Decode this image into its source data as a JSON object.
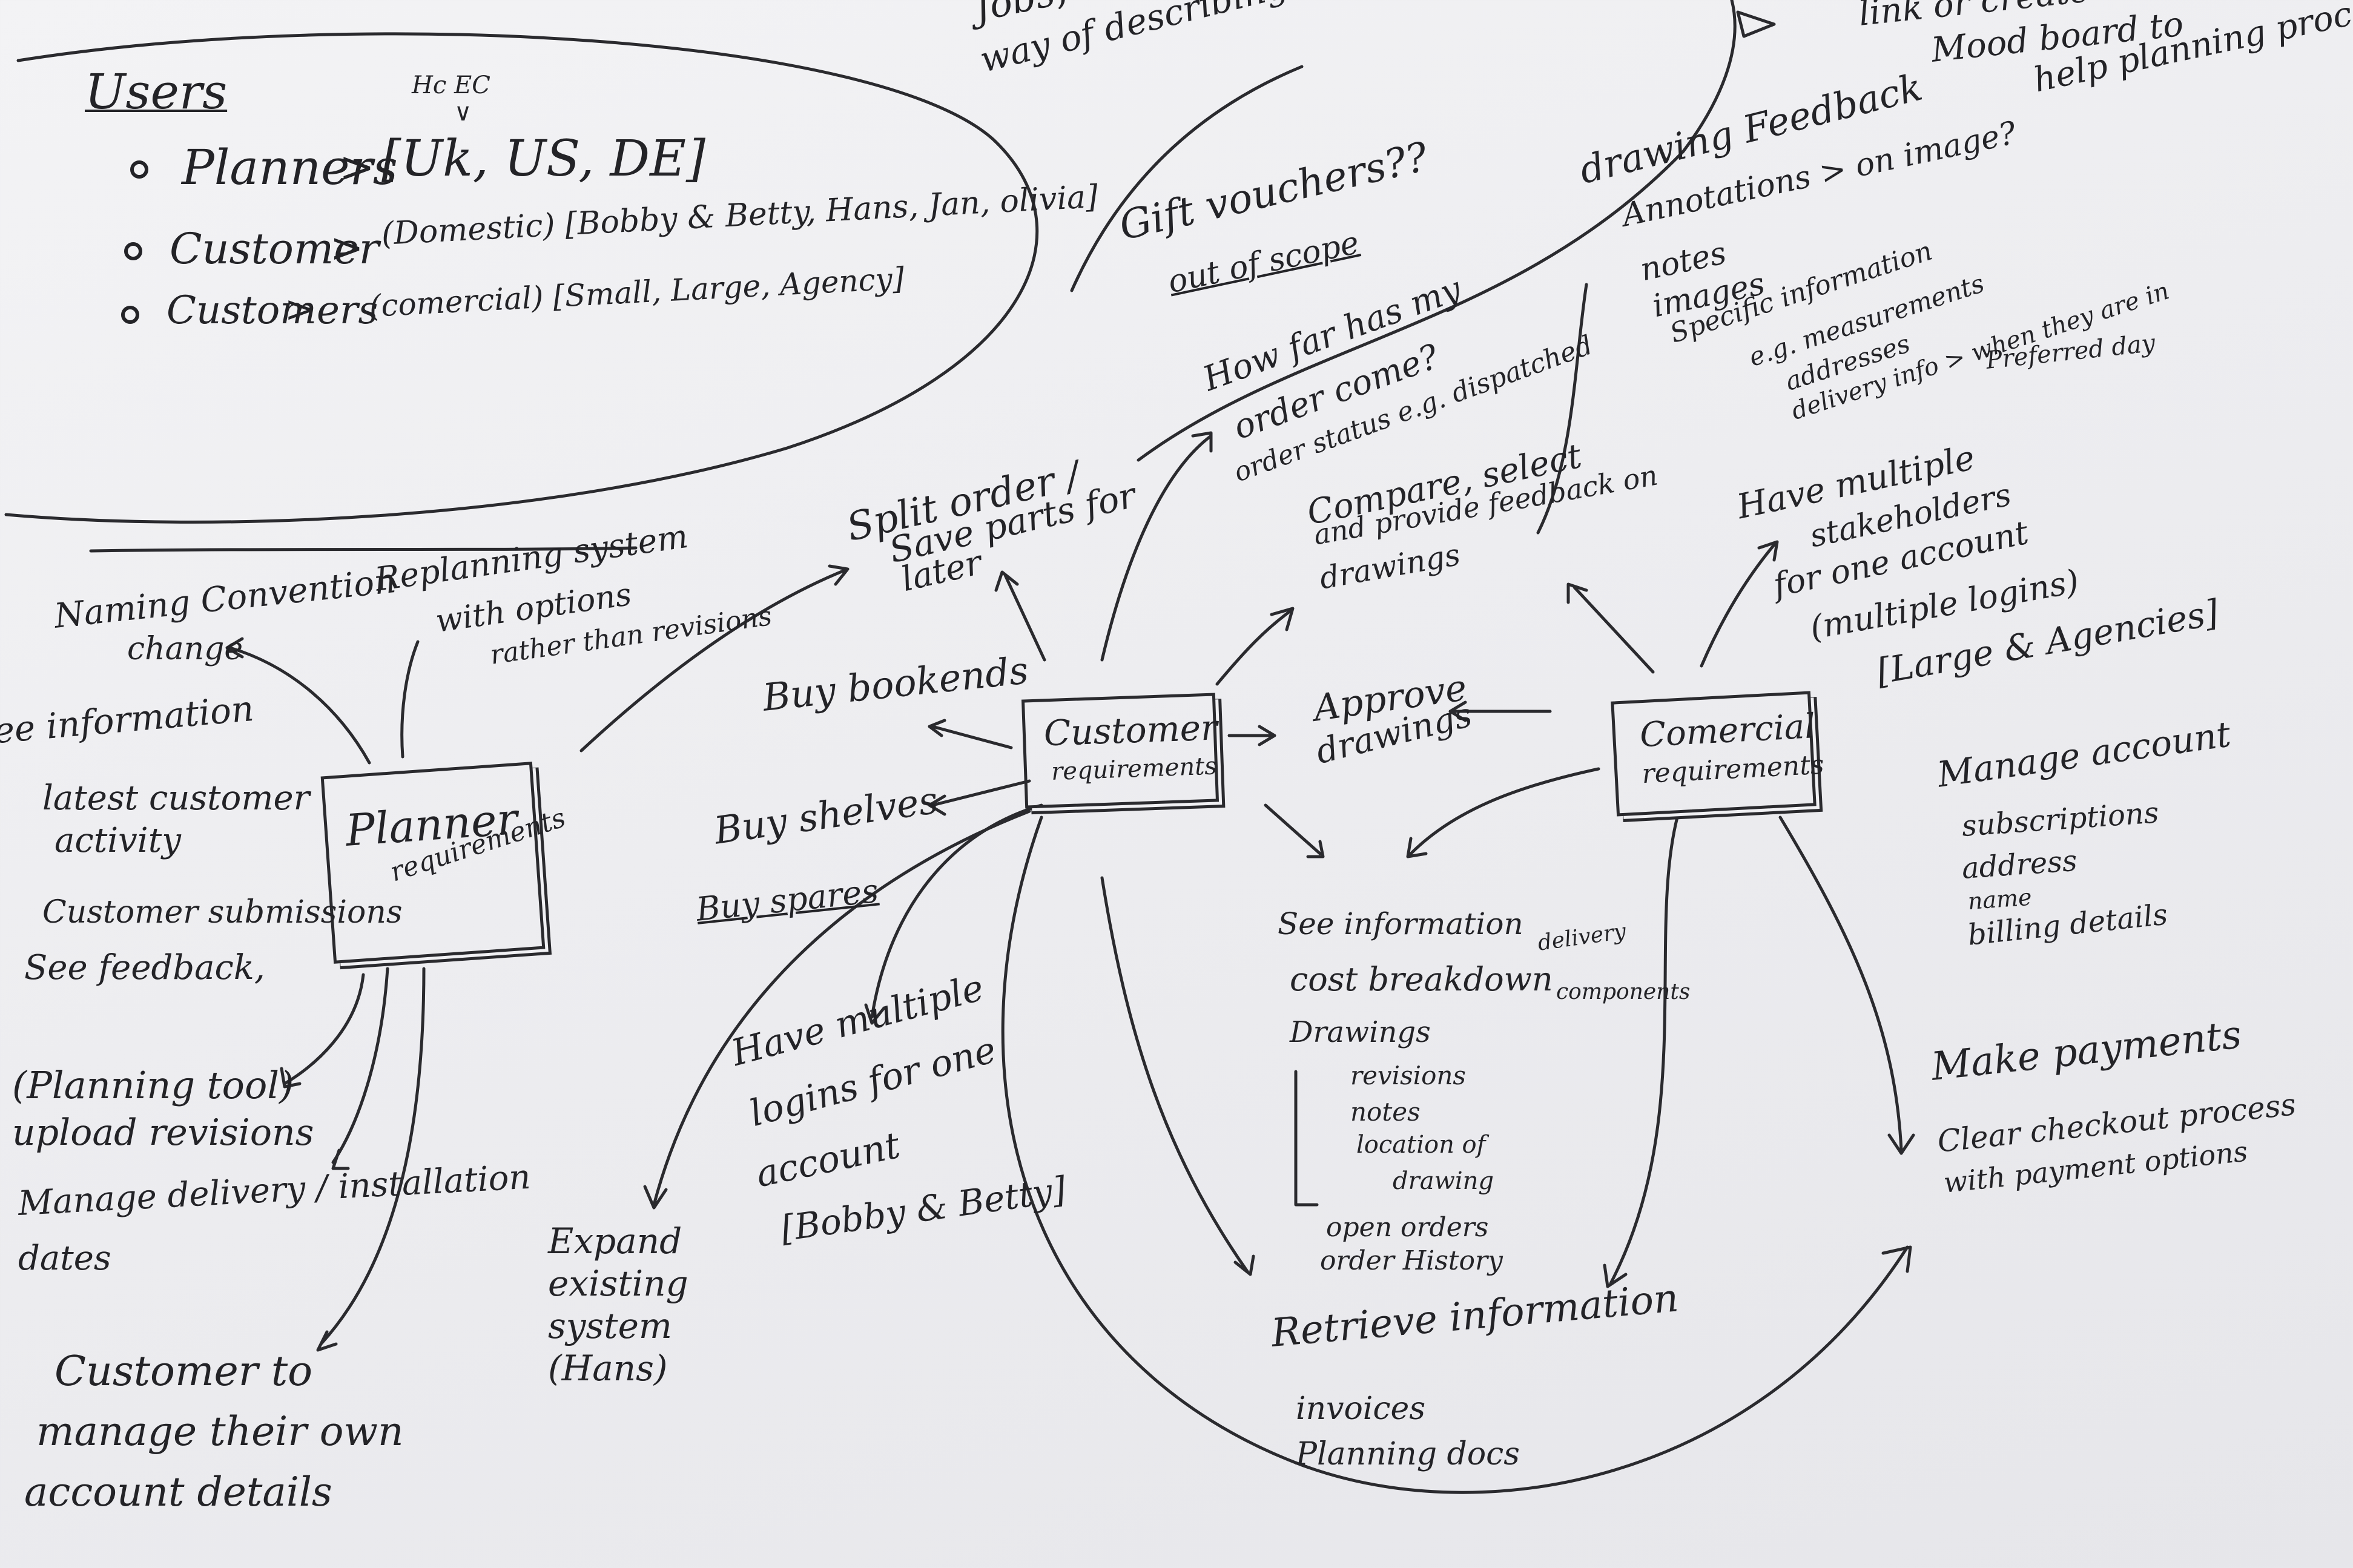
{
  "users": {
    "heading": "Users",
    "market_tag": "Hc EC",
    "rows": [
      {
        "label": "Planners",
        "detail": "[Uk, US, DE]"
      },
      {
        "label": "Customer",
        "detail": "(Domestic) [Bobby & Betty, Hans, Jan, olivia]"
      },
      {
        "label": "Customers",
        "detail": "(comercial) [Small, Large, Agency]"
      }
    ]
  },
  "top_fragments": {
    "jobs": "Jobs, Rel...",
    "describing": "way of describing what the...",
    "mood_board": [
      "link or create",
      "Mood board to",
      "help planning process"
    ]
  },
  "centers": {
    "customer": [
      "Customer",
      "requirements"
    ],
    "planner": [
      "Planner",
      "requirements"
    ],
    "commercial": [
      "Comercial",
      "requirements"
    ]
  },
  "customer_branches": {
    "gift_vouchers": [
      "Gift vouchers??",
      "out of scope"
    ],
    "order_tracking": [
      "How far has my",
      "order come?",
      "order status e.g. dispatched"
    ],
    "split_order": [
      "Split order /",
      "Save parts for",
      "later"
    ],
    "buy_bookends": "Buy bookends",
    "buy_shelves": "Buy shelves",
    "buy_spares": "Buy spares",
    "multiple_logins": [
      "Have multiple",
      "logins for one",
      "account",
      "[Bobby & Betty]"
    ],
    "expand_system": [
      "Expand",
      "existing",
      "system",
      "(Hans)"
    ],
    "compare": [
      "Compare, select",
      "and provide feedback on",
      "drawings"
    ],
    "approve": [
      "Approve",
      "drawings"
    ]
  },
  "drawing_feedback": {
    "title": "drawing Feedback",
    "items": [
      "Annotations > on image?",
      "notes",
      "images",
      "Specific information",
      "e.g. measurements",
      "addresses",
      "delivery info > when they are in",
      "Preferred day"
    ]
  },
  "see_information": {
    "title": "See information",
    "items": [
      "cost breakdown",
      "Drawings",
      "revisions",
      "notes",
      "location of",
      "drawing",
      "open orders",
      "order History"
    ],
    "side_notes": [
      "delivery",
      "components"
    ]
  },
  "retrieve_information": {
    "title": "Retrieve information",
    "items": [
      "invoices",
      "Planning docs"
    ]
  },
  "commercial_branches": {
    "multi_stakeholders": [
      "Have multiple",
      "stakeholders",
      "for one account",
      "(multiple logins)",
      "[Large & Agencies]"
    ],
    "manage_account": {
      "title": "Manage account",
      "items": [
        "subscriptions",
        "address",
        "name",
        "billing details"
      ]
    },
    "payments": [
      "Make payments",
      "Clear checkout process",
      "with payment options"
    ]
  },
  "planner_branches": {
    "naming": [
      "Naming Convention",
      "change"
    ],
    "replanning": [
      "Replanning system",
      "with options",
      "rather than revisions"
    ],
    "see_information": [
      "see information",
      "latest customer",
      "activity",
      "Customer submissions",
      "See feedback,"
    ],
    "planning_tool": [
      "(Planning tool)",
      "upload revisions"
    ],
    "delivery": [
      "Manage delivery / installation",
      "dates"
    ],
    "self_manage": [
      "Customer to",
      "manage their own",
      "account details"
    ]
  }
}
